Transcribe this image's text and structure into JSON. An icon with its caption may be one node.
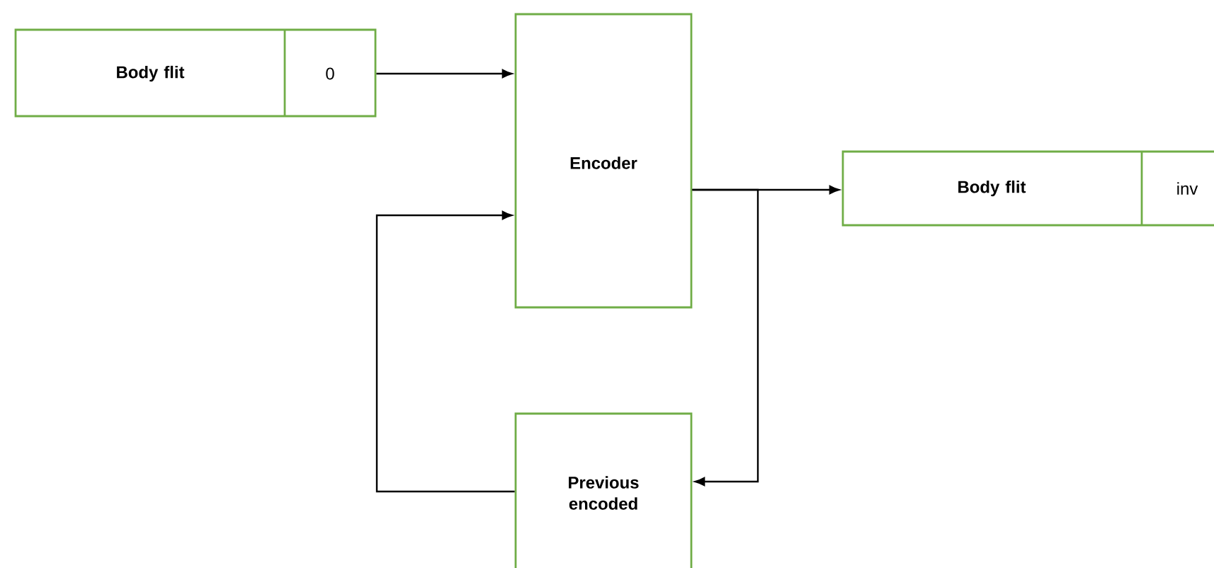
{
  "diagram": {
    "nodes": [
      {
        "text": [
          "Body flit",
          "0"
        ]
      },
      {
        "text": [
          "Encoder"
        ]
      },
      {
        "text": [
          "Body flit",
          "inv"
        ]
      },
      {
        "text": [
          "Previous encoded"
        ]
      }
    ],
    "edges": [
      {
        "from": 0,
        "to": 1,
        "arrow": "to"
      },
      {
        "from": 1,
        "to": 2,
        "arrow": "to"
      },
      {
        "from": 1,
        "to": 3,
        "arrow": "to"
      },
      {
        "from": 3,
        "to": 1,
        "arrow": "to"
      }
    ]
  }
}
